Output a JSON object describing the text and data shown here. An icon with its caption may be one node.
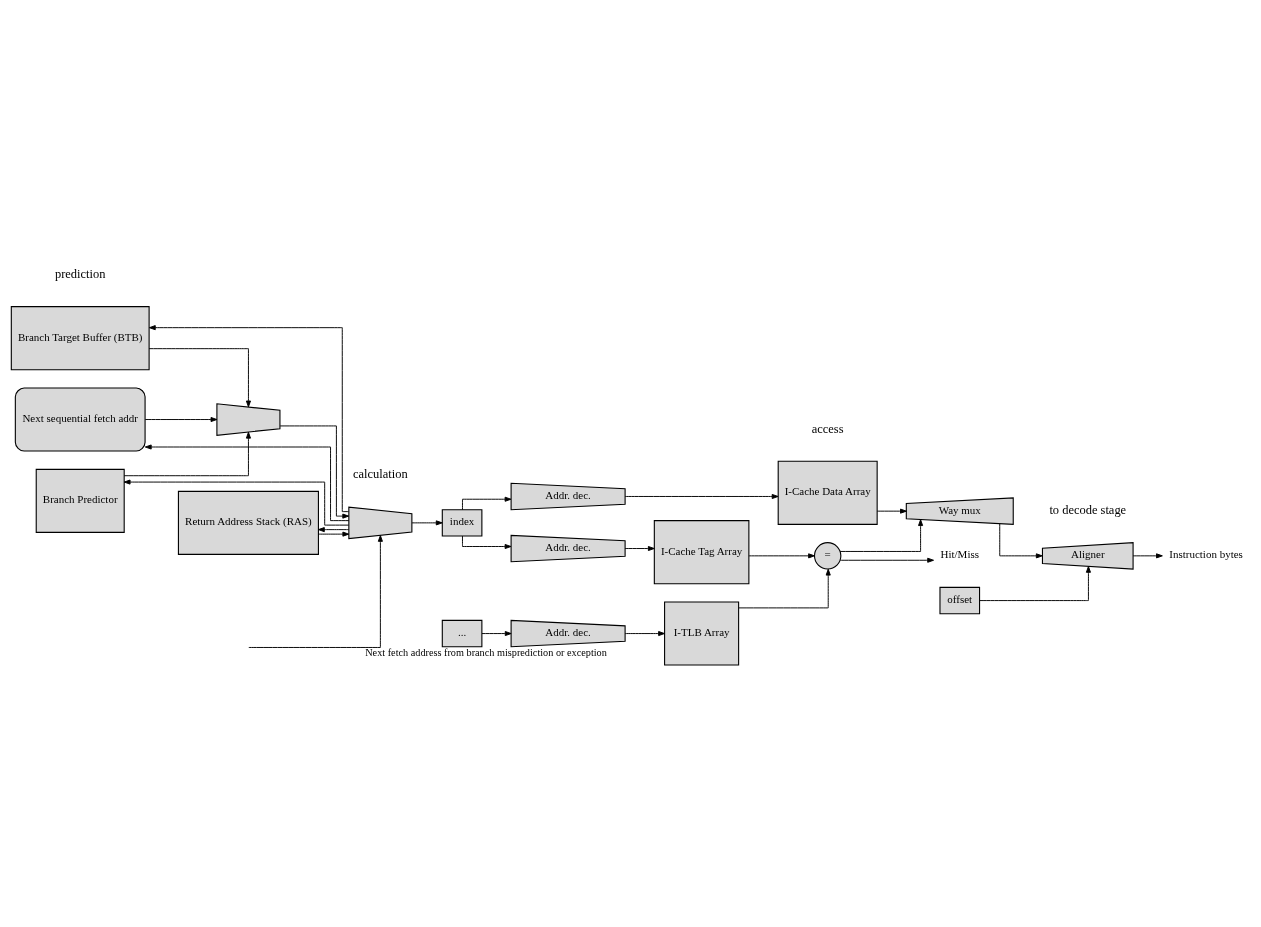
{
  "diagram": {
    "nodes": [
      {
        "text": [
          "Branch Target Buffer (BTB)"
        ]
      },
      {
        "text": [
          "Next sequential fetch addr"
        ]
      },
      {
        "text": [
          "Branch Predictor"
        ]
      },
      {
        "text": [
          "Return Address Stack (RAS)"
        ]
      },
      {
        "text": [],
        "shape": "trapezium"
      },
      {
        "text": [],
        "shape": "trapezium"
      },
      {
        "text": [
          "offset"
        ]
      },
      {
        "text": [
          "index"
        ]
      },
      {
        "text": [
          "..."
        ]
      },
      {
        "text": [
          "Addr. dec."
        ]
      },
      {
        "text": [
          "I-Cache Data Array"
        ]
      },
      {
        "text": [
          "Way mux"
        ]
      },
      {
        "text": [
          "Aligner"
        ]
      },
      {
        "text": [
          "Instruction bytes"
        ]
      },
      {
        "text": [
          "Addr. dec."
        ]
      },
      {
        "text": [
          "I-Cache Tag Array"
        ]
      },
      {
        "text": [
          "="
        ]
      },
      {
        "text": [
          "Hit/Miss"
        ]
      },
      {
        "text": [
          "Addr. dec."
        ]
      },
      {
        "text": [
          "I-TLB Array"
        ]
      }
    ],
    "edges": [
      {
        "from": 5,
        "to": 0,
        "arrow": "to"
      },
      {
        "from": 5,
        "to": 1,
        "arrow": "to"
      },
      {
        "from": 5,
        "to": 2,
        "arrow": "to"
      },
      {
        "from": 5,
        "to": 3,
        "arrow": "to"
      },
      {
        "from": 0,
        "to": 4,
        "arrow": "to"
      },
      {
        "from": 1,
        "to": 4,
        "arrow": "to"
      },
      {
        "from": 2,
        "to": 4,
        "arrow": "to"
      },
      {
        "from": 4,
        "to": 5,
        "arrow": "to"
      },
      {
        "from": 3,
        "to": 5,
        "arrow": "to"
      },
      {
        "from": null,
        "to": 5,
        "arrow": "to",
        "label": "Next fetch address from branch misprediction or exception"
      },
      {
        "from": 5,
        "to": 7,
        "arrow": "to"
      },
      {
        "from": 7,
        "to": 9,
        "arrow": "to"
      },
      {
        "from": 7,
        "to": 14,
        "arrow": "to"
      },
      {
        "from": 8,
        "to": 18,
        "arrow": "to"
      },
      {
        "from": 6,
        "to": 12,
        "arrow": "to"
      },
      {
        "from": 9,
        "to": 10,
        "arrow": "to"
      },
      {
        "from": 10,
        "to": 11,
        "arrow": "to"
      },
      {
        "from": 11,
        "to": 12,
        "arrow": "to"
      },
      {
        "from": 12,
        "to": 13,
        "arrow": "to"
      },
      {
        "from": 14,
        "to": 15,
        "arrow": "to"
      },
      {
        "from": 15,
        "to": 16,
        "arrow": "to"
      },
      {
        "from": 18,
        "to": 19,
        "arrow": "to"
      },
      {
        "from": 19,
        "to": 16,
        "arrow": "to"
      },
      {
        "from": 16,
        "to": 11,
        "arrow": "to"
      },
      {
        "from": 16,
        "to": 17,
        "arrow": "to"
      }
    ],
    "labels": [
      "prediction",
      "calculation",
      "access",
      "to decode stage"
    ]
  }
}
